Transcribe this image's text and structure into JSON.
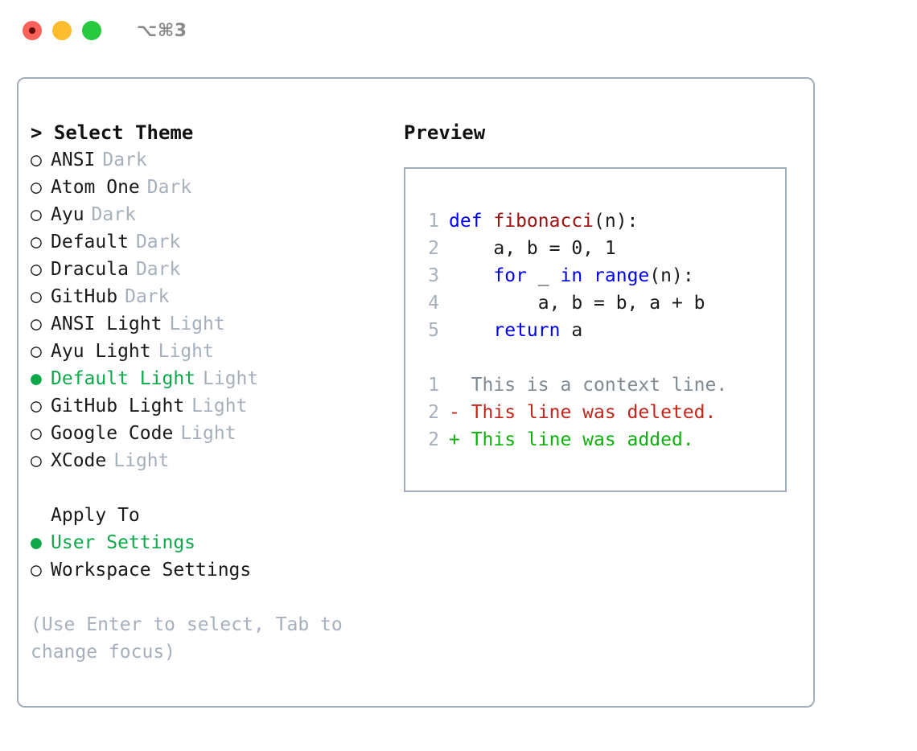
{
  "titlebar": {
    "shortcut": "⌥⌘3",
    "buttons": {
      "close": "close",
      "minimize": "minimize",
      "maximize": "maximize"
    }
  },
  "theme_picker": {
    "header": "> Select Theme",
    "items": [
      {
        "marker": "○",
        "label": "ANSI",
        "variant": "Dark",
        "selected": false
      },
      {
        "marker": "○",
        "label": "Atom One",
        "variant": "Dark",
        "selected": false
      },
      {
        "marker": "○",
        "label": "Ayu",
        "variant": "Dark",
        "selected": false
      },
      {
        "marker": "○",
        "label": "Default",
        "variant": "Dark",
        "selected": false
      },
      {
        "marker": "○",
        "label": "Dracula",
        "variant": "Dark",
        "selected": false
      },
      {
        "marker": "○",
        "label": "GitHub",
        "variant": "Dark",
        "selected": false
      },
      {
        "marker": "○",
        "label": "ANSI Light",
        "variant": "Light",
        "selected": false
      },
      {
        "marker": "○",
        "label": "Ayu Light",
        "variant": "Light",
        "selected": false
      },
      {
        "marker": "●",
        "label": "Default Light",
        "variant": "Light",
        "selected": true
      },
      {
        "marker": "○",
        "label": "GitHub Light",
        "variant": "Light",
        "selected": false
      },
      {
        "marker": "○",
        "label": "Google Code",
        "variant": "Light",
        "selected": false
      },
      {
        "marker": "○",
        "label": "XCode",
        "variant": "Light",
        "selected": false
      }
    ]
  },
  "apply_to": {
    "title": "Apply To",
    "options": [
      {
        "marker": "●",
        "label": "User Settings",
        "selected": true
      },
      {
        "marker": "○",
        "label": "Workspace Settings",
        "selected": false
      }
    ]
  },
  "hint": "(Use Enter to select, Tab to change focus)",
  "preview": {
    "title": "Preview",
    "code_lines": [
      {
        "number": "1",
        "tokens": [
          {
            "text": "def ",
            "type": "keyword"
          },
          {
            "text": "fibonacci",
            "type": "function"
          },
          {
            "text": "(n):",
            "type": "plain"
          }
        ]
      },
      {
        "number": "2",
        "tokens": [
          {
            "text": "    a, b = 0, 1",
            "type": "plain"
          }
        ]
      },
      {
        "number": "3",
        "tokens": [
          {
            "text": "    ",
            "type": "plain"
          },
          {
            "text": "for",
            "type": "keyword"
          },
          {
            "text": " _ ",
            "type": "plain"
          },
          {
            "text": "in",
            "type": "keyword"
          },
          {
            "text": " ",
            "type": "plain"
          },
          {
            "text": "range",
            "type": "keyword"
          },
          {
            "text": "(n):",
            "type": "plain"
          }
        ]
      },
      {
        "number": "4",
        "tokens": [
          {
            "text": "        a, b = b, a + b",
            "type": "plain"
          }
        ]
      },
      {
        "number": "5",
        "tokens": [
          {
            "text": "    ",
            "type": "plain"
          },
          {
            "text": "return",
            "type": "keyword"
          },
          {
            "text": " a",
            "type": "plain"
          }
        ]
      }
    ],
    "diff_lines": [
      {
        "number": "1",
        "text": "  This is a context line.",
        "type": "context"
      },
      {
        "number": "2",
        "text": "- This line was deleted.",
        "type": "deleted"
      },
      {
        "number": "2",
        "text": "+ This line was added.",
        "type": "added"
      }
    ]
  },
  "colors": {
    "accent_green": "#0ca84a",
    "muted": "#a6b0bd",
    "border": "#a3acba",
    "keyword_blue": "#0000ee",
    "function_red": "#a01010",
    "diff_deleted": "#c0261b",
    "diff_added": "#0cb10c",
    "light_red": "#fa6159",
    "light_yellow": "#fdbc2e",
    "light_green": "#27c93f"
  }
}
